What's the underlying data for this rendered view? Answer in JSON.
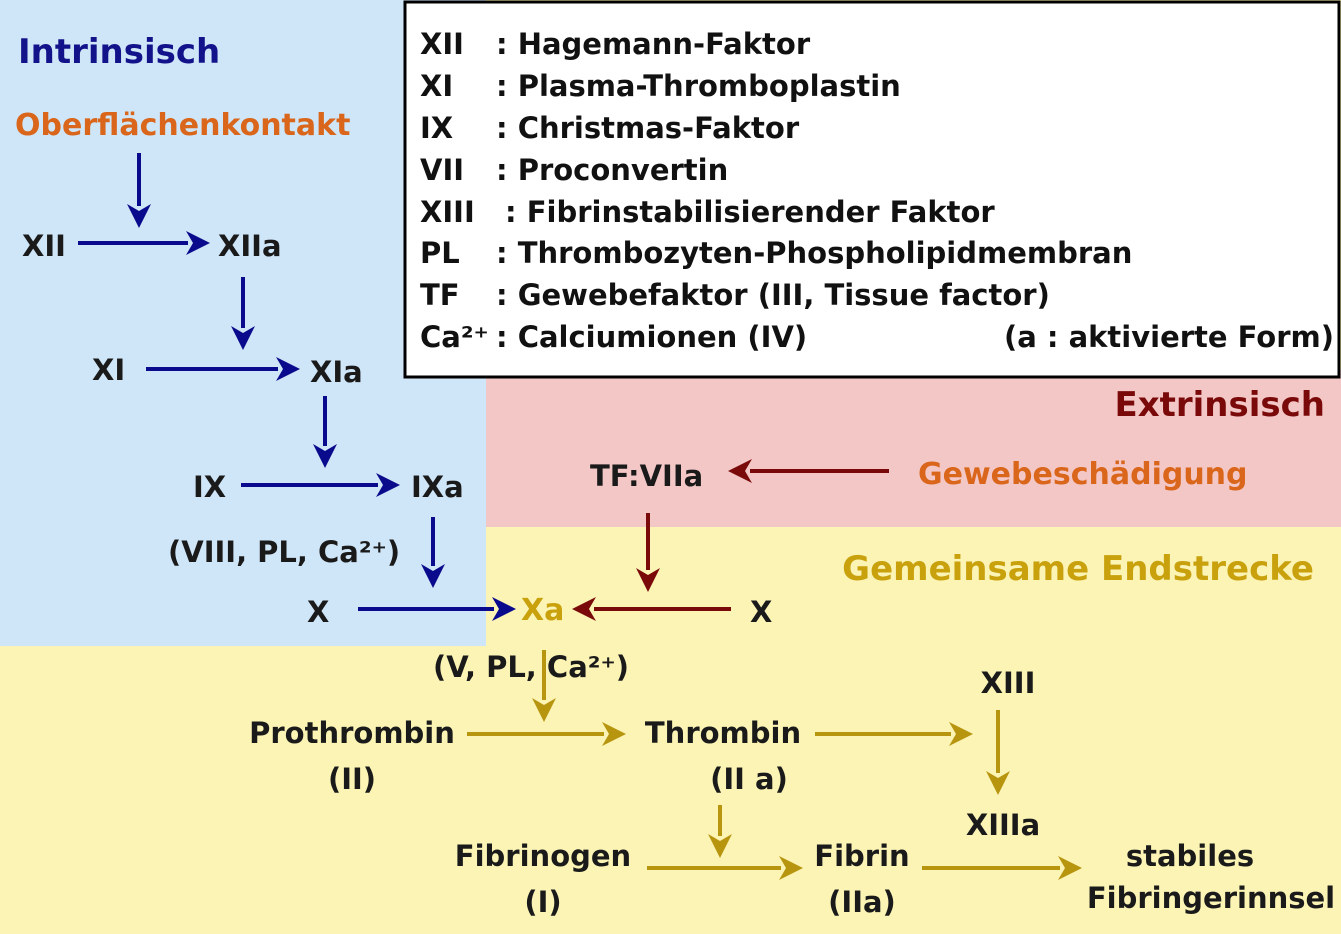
{
  "colors": {
    "intrinsic_bg": "#cfe5f8",
    "extrinsic_bg": "#f4c7c7",
    "common_bg": "#fbf4b5",
    "intrinsic_arrow": "#0a0a8c",
    "extrinsic_arrow": "#7a0a0a",
    "common_arrow": "#b8950e",
    "intrinsic_title": "#12128a",
    "extrinsic_title": "#7a0a0a",
    "common_title": "#c9a10c",
    "trigger_text": "#d9661a",
    "text": "#1a1a1a"
  },
  "sections": {
    "intrinsic": "Intrinsisch",
    "extrinsic": "Extrinsisch",
    "common": "Gemeinsame Endstrecke"
  },
  "triggers": {
    "surface_contact": "Oberflächenkontakt",
    "tissue_damage": "Gewebeschädigung"
  },
  "nodes": {
    "xii": "XII",
    "xiia": "XIIa",
    "xi": "XI",
    "xia": "XIa",
    "ix": "IX",
    "ixa": "IXa",
    "cofactor_viii": "(VIII, PL, Ca²⁺)",
    "x_left": "X",
    "xa": "Xa",
    "x_right": "X",
    "tf_viia": "TF:VIIa",
    "cofactor_v": "(V, PL,  Ca²⁺)",
    "prothrombin": "Prothrombin",
    "prothrombin_num": "(II)",
    "thrombin": "Thrombin",
    "thrombin_num": "(II  a)",
    "xiii": "XIII",
    "xiiia": "XIIIa",
    "fibrinogen": "Fibrinogen",
    "fibrinogen_num": "(I)",
    "fibrin": "Fibrin",
    "fibrin_num": "(IIa)",
    "stable_1": "stabiles",
    "stable_2": "Fibringerinnsel"
  },
  "legend": [
    {
      "abbr": "XII",
      "desc": ": Hagemann-Faktor"
    },
    {
      "abbr": "XI",
      "desc": ": Plasma-Thromboplastin"
    },
    {
      "abbr": "IX",
      "desc": ": Christmas-Faktor"
    },
    {
      "abbr": "VII",
      "desc": ": Proconvertin"
    },
    {
      "abbr": "XIII",
      "desc": ": Fibrinstabilisierender Faktor"
    },
    {
      "abbr": "PL",
      "desc": ": Thrombozyten-Phospholipidmembran"
    },
    {
      "abbr": "TF",
      "desc": ": Gewebefaktor (III, Tissue factor)"
    },
    {
      "abbr": "Ca²⁺",
      "desc": ": Calciumionen (IV)"
    }
  ],
  "legend_note": "(a : aktivierte Form)"
}
